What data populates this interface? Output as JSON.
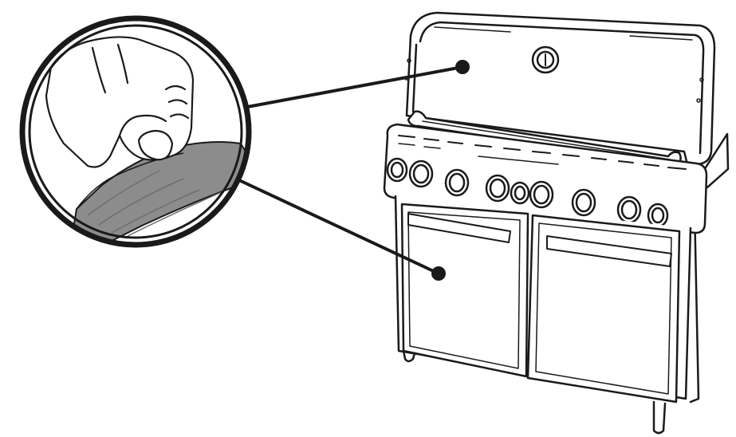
{
  "illustration": {
    "subject": "grill-with-protective-film-removal",
    "colors": {
      "line": "#1a1a1a",
      "film": "#8c8c8c",
      "film_dark": "#6e6e6e",
      "paper": "#ffffff"
    },
    "callouts": [
      {
        "target": "lid"
      },
      {
        "target": "cabinet-door"
      }
    ],
    "control_knobs": 9
  }
}
